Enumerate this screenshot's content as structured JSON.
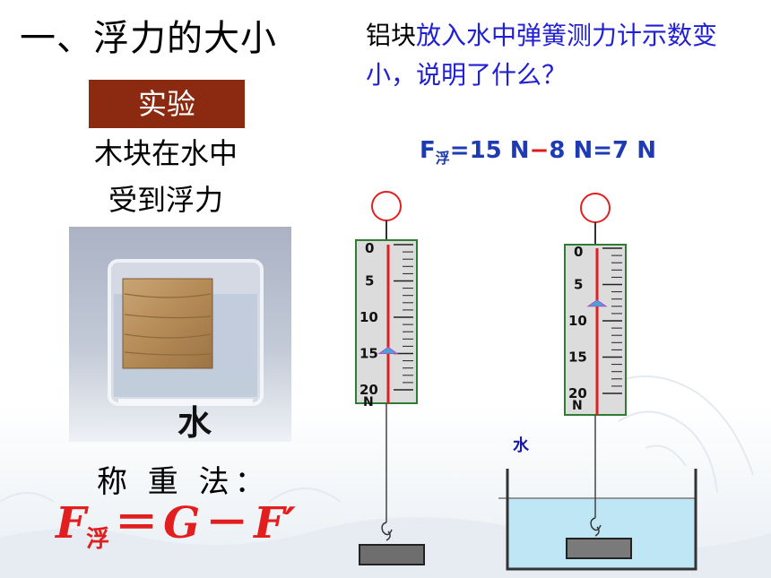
{
  "slide": {
    "title": "一、浮力的大小",
    "question_prefix": "铝块",
    "question_highlight": "放入水中弹簧测力计示数变小，说明了什么？",
    "experiment_badge": "实验",
    "experiment_line1": "木块在水中",
    "experiment_line2": "受到浮力",
    "photo_label": "水",
    "method": "称 重 法：",
    "formula": {
      "F": "F",
      "sub": "浮",
      "eq": "＝",
      "G": "G",
      "minus": "－",
      "Fprime": "F′"
    },
    "result": {
      "F": "F",
      "sub": "浮",
      "part1": "=15 N",
      "dash": "−",
      "part2": "8 N=7 N"
    },
    "water_label": "水",
    "scale_left": {
      "ticks": [
        "0",
        "5",
        "10",
        "15",
        "20"
      ],
      "unit": "N",
      "reading_N": 15
    },
    "scale_right": {
      "ticks": [
        "0",
        "5",
        "10",
        "15",
        "20"
      ],
      "unit": "N",
      "reading_N": 8
    }
  },
  "colors": {
    "badge": "#8b2a10",
    "highlight_text": "#1f1fd6",
    "formula": "#e21e1e",
    "equation": "#1f3bb3",
    "scale_body": "#dcdcdc",
    "scale_border": "#2f7d32",
    "hook_ring": "#e32020",
    "water": "#bfe6f5"
  }
}
